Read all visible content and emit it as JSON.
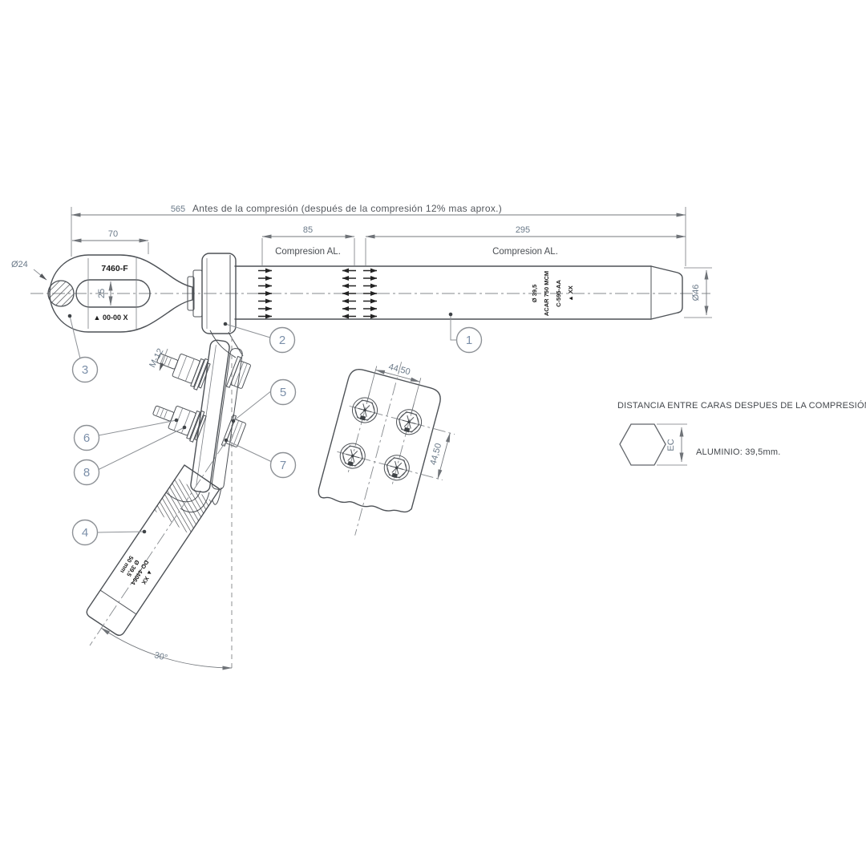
{
  "drawing": {
    "note_565": "Antes de la compresión (después de la compresión 12% mas aprox.)",
    "dims": {
      "overall": "565",
      "eye_width": "70",
      "zone1": "85",
      "zone2": "295",
      "slot_height": "25",
      "eye_hole_dia": "Ø24",
      "barrel_dia": "Ø46",
      "bolt_thread": "M-12",
      "detail_h": "44,50",
      "detail_v": "44,50",
      "angle": "30°"
    },
    "zones": {
      "zone1_label": "Compresion AL.",
      "zone2_label": "Compresion AL."
    },
    "eye": {
      "part_number": "7460-F",
      "stamp": "▲ 00-00 X"
    },
    "barrel_marking": {
      "line1": "▲ XX",
      "line2": "C-595-AA",
      "line3": "ACAR 750 MCM",
      "line4": "Ø 39,5"
    },
    "jumper_marking": {
      "line1": "▲ XX",
      "line2": "DO-44064",
      "line3": "Ø 39,5",
      "line4": "50 mm"
    },
    "info_block": {
      "heading": "DISTANCIA ENTRE CARAS DESPUES DE LA COMPRESIÓN:",
      "hex_label": "EC",
      "material_note": "ALUMINIO: 39,5mm."
    },
    "balloons": [
      {
        "n": "1"
      },
      {
        "n": "2"
      },
      {
        "n": "3"
      },
      {
        "n": "4"
      },
      {
        "n": "5"
      },
      {
        "n": "6"
      },
      {
        "n": "7"
      },
      {
        "n": "8"
      }
    ],
    "colors": {
      "outline": "#4d5156",
      "dimension_text": "#6b7a89",
      "note_text": "#53575d",
      "balloon_number": "#7b8fa9",
      "centerline": "#85898d",
      "background": "#ffffff"
    }
  }
}
